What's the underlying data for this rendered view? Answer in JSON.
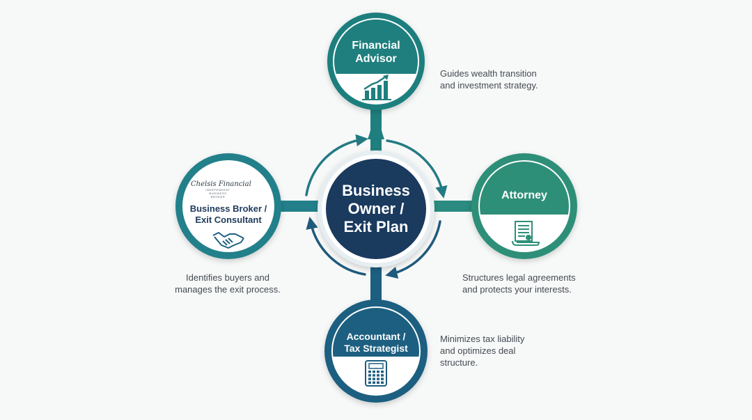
{
  "center": {
    "title": [
      "Business",
      "Owner /",
      "Exit Plan"
    ],
    "color": "#1a3a5e"
  },
  "nodes": {
    "financial_advisor": {
      "title": [
        "Financial",
        "Advisor"
      ],
      "description": [
        "Guides wealth transition",
        "and investment strategy."
      ],
      "icon": "growth-chart-icon",
      "color": "#1f7f7e"
    },
    "attorney": {
      "title": [
        "Attorney"
      ],
      "description": [
        "Structures legal agreements",
        "and protects your interests."
      ],
      "icon": "legal-document-icon",
      "color": "#2e8f78"
    },
    "accountant": {
      "title": [
        "Accountant /",
        "Tax Strategist"
      ],
      "description": [
        "Minimizes tax liability",
        "and optimizes deal",
        "structure."
      ],
      "icon": "calculator-icon",
      "color": "#1d5f80"
    },
    "business_broker": {
      "title": [
        "Business Broker /",
        "Exit Consultant"
      ],
      "description": [
        "Identifies buyers and",
        "manages the exit process."
      ],
      "icon": "handshake-icon",
      "color": "#23808a",
      "logo": {
        "name": "Chelsis Financial",
        "tagline": [
          "INDEPENDENT",
          "BUSINESS",
          "BROKER"
        ]
      }
    }
  }
}
